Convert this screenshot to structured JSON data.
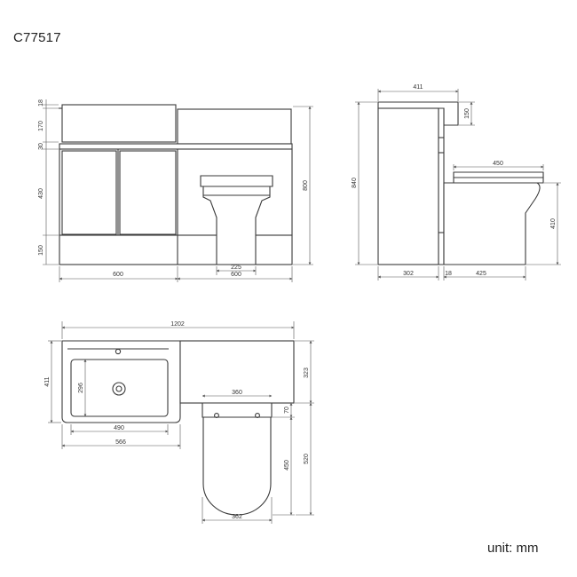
{
  "product_code": "C77517",
  "unit_label": "unit: mm",
  "front_view": {
    "worktop_height": "18",
    "basin_height": "170",
    "rail_height": "30",
    "cabinet_height": "430",
    "plinth_height": "150",
    "total_height": "800",
    "vanity_width": "600",
    "wc_unit_width": "600",
    "pan_base_width": "225"
  },
  "side_view": {
    "depth_top": "411",
    "basin_rim": "150",
    "seat_width": "450",
    "total_height": "840",
    "pan_height": "410",
    "cabinet_depth": "302",
    "panel_thickness": "18",
    "pan_projection": "425"
  },
  "top_view": {
    "total_width": "1202",
    "vanity_depth": "411",
    "basin_depth": "296",
    "basin_width": "490",
    "vanity_width": "566",
    "wc_unit_depth": "323",
    "seat_gap": "70",
    "cistern_width": "360",
    "pan_length": "450",
    "total_projection": "520",
    "pan_width": "362"
  }
}
